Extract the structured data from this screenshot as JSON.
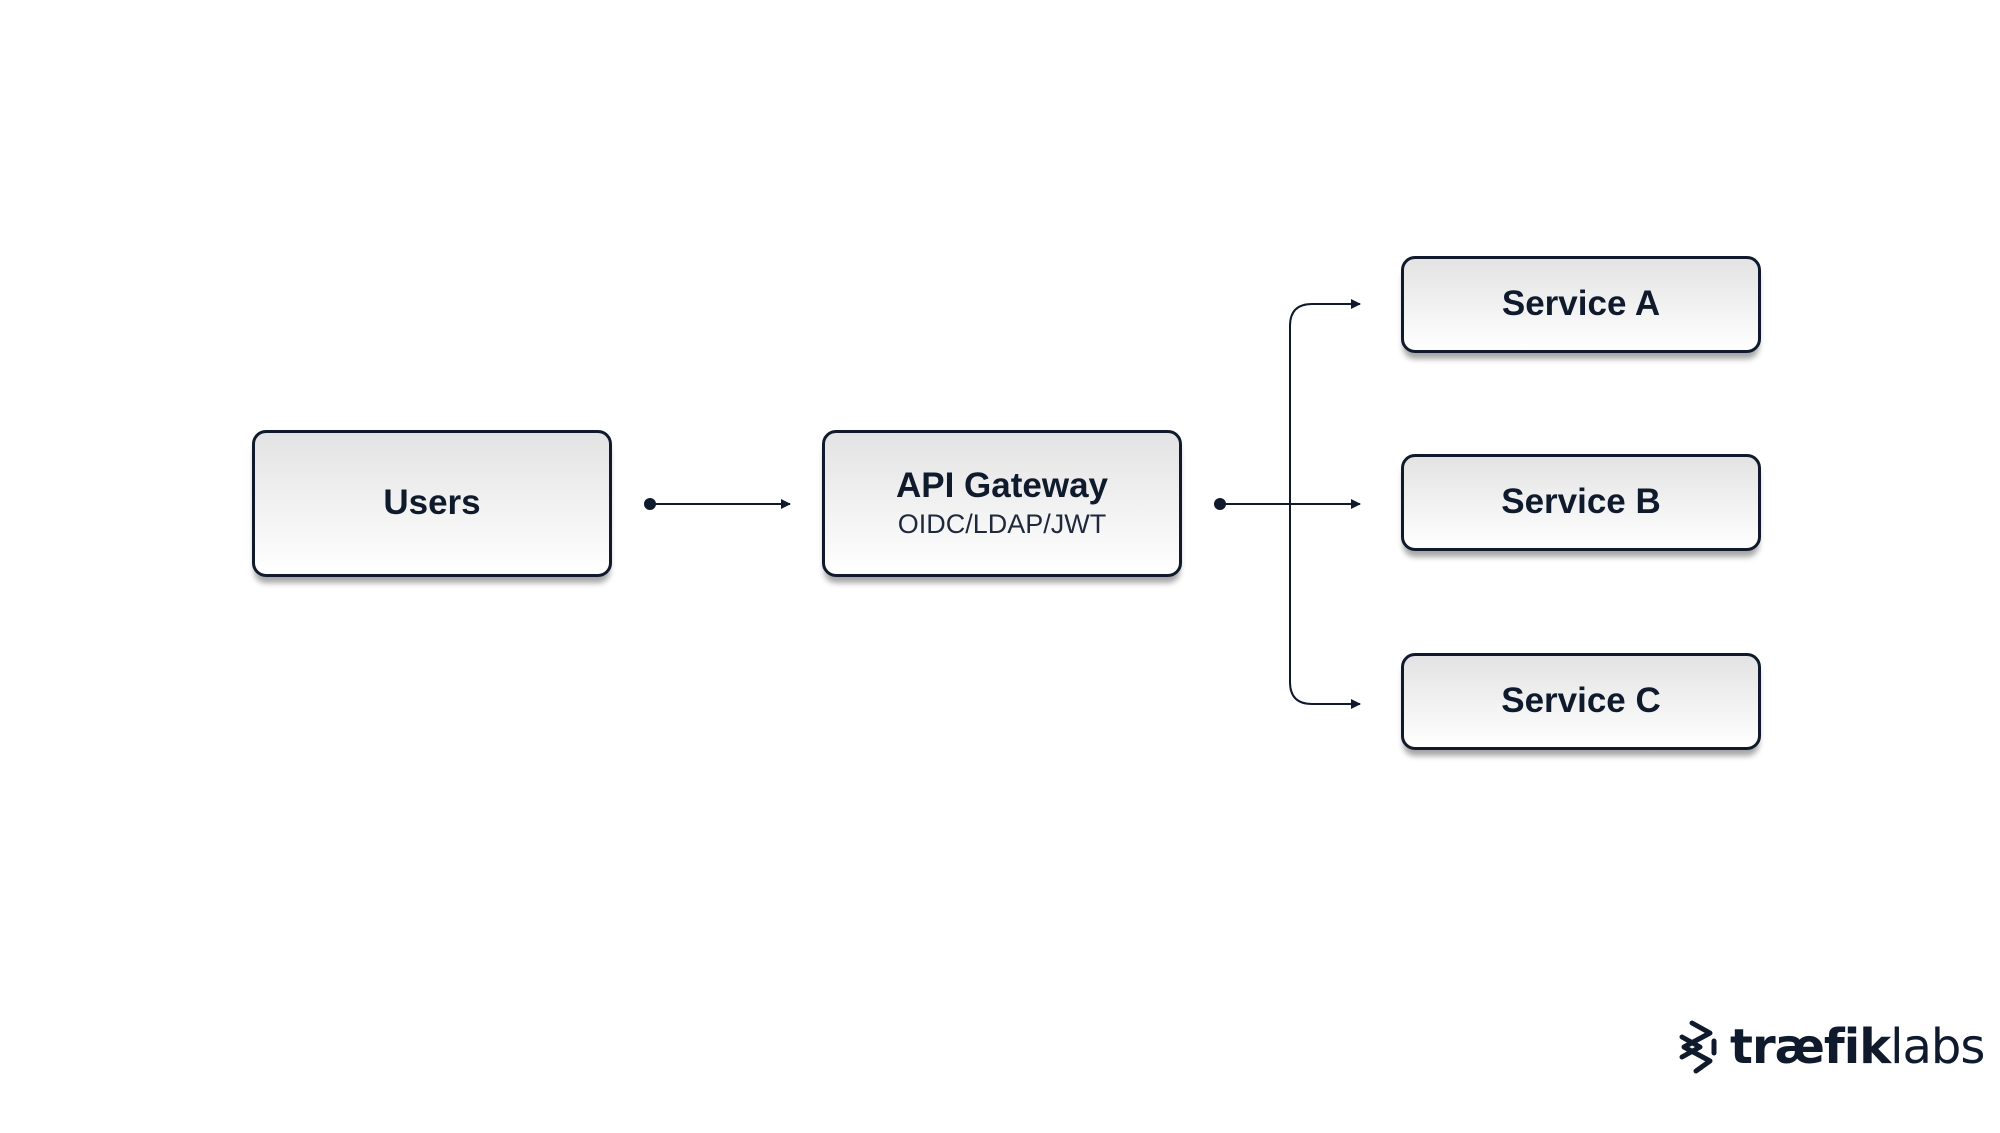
{
  "diagram": {
    "nodes": {
      "users": {
        "title": "Users"
      },
      "gateway": {
        "title": "API Gateway",
        "subtitle": "OIDC/LDAP/JWT"
      },
      "service_a": {
        "title": "Service A"
      },
      "service_b": {
        "title": "Service B"
      },
      "service_c": {
        "title": "Service C"
      }
    },
    "edges": [
      {
        "from": "Users",
        "to": "API Gateway"
      },
      {
        "from": "API Gateway",
        "to": "Service A"
      },
      {
        "from": "API Gateway",
        "to": "Service B"
      },
      {
        "from": "API Gateway",
        "to": "Service C"
      }
    ],
    "colors": {
      "stroke": "#0f1b2d",
      "box_gradient_top": "#e3e3e4",
      "box_gradient_bottom": "#ffffff",
      "background": "#ffffff"
    }
  },
  "logo": {
    "text_bold": "træfik",
    "text_light": "labs",
    "icon": "traefik-logo-icon"
  }
}
